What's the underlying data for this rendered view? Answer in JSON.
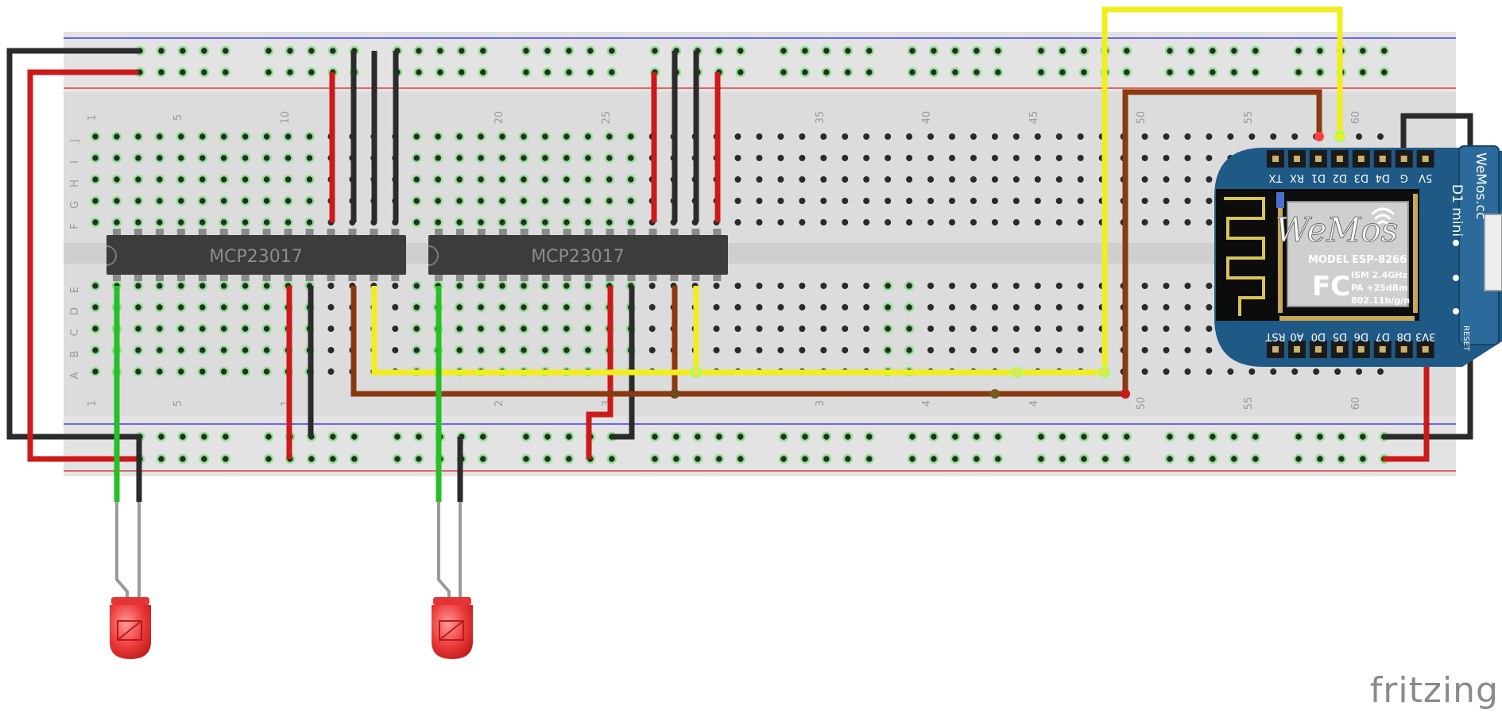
{
  "chips": [
    {
      "label": "MCP23017"
    },
    {
      "label": "MCP23017"
    }
  ],
  "board": {
    "brand": "WeMos",
    "model_label": "MODEL",
    "model": "ESP-8266",
    "ism": "ISM 2.4GHz",
    "power": "PA +25dBm",
    "standard": "802.11b/g/n",
    "fc": "FC",
    "side_text": "D1 mini",
    "site": "WeMos.cc",
    "reset": "RESET",
    "top_pins": [
      "TX",
      "RX",
      "D1",
      "D2",
      "D3",
      "D4",
      "G",
      "5V"
    ],
    "bottom_pins": [
      "RST",
      "A0",
      "D0",
      "D5",
      "D6",
      "D7",
      "D8",
      "3V3"
    ]
  },
  "breadboard": {
    "row_letters_top": [
      "J",
      "I",
      "H",
      "G",
      "F"
    ],
    "row_letters_bottom": [
      "E",
      "D",
      "C",
      "B",
      "A"
    ],
    "column_numbers_top": [
      "1",
      "5",
      "10",
      "20",
      "25",
      "35",
      "40",
      "45",
      "50",
      "55",
      "60"
    ],
    "column_numbers_bottom": [
      "1",
      "5",
      "1",
      "2",
      "3",
      "3",
      "4",
      "4",
      "50",
      "55",
      "60"
    ]
  },
  "colors": {
    "red_wire": "#cc1a1a",
    "black_wire": "#2b2b2b",
    "yellow_wire": "#f2ee1c",
    "brown_wire": "#8a3a0f",
    "green_wire": "#26c026",
    "board_blue": "#1f5a86",
    "chip": "#3c3c3c"
  },
  "watermark": "fritzing"
}
